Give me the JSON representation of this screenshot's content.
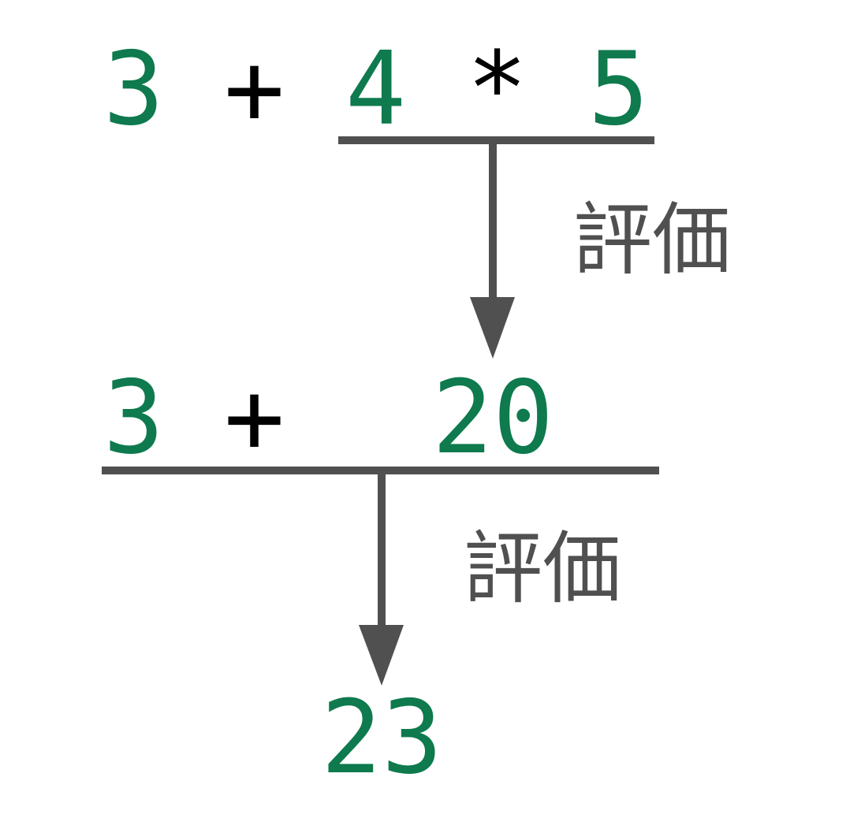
{
  "colors": {
    "number": "#0e7a4e",
    "operator": "#000000",
    "line": "#505050",
    "label": "#505050"
  },
  "step1": {
    "tokens": [
      "3",
      "+",
      "4",
      "*",
      "5"
    ],
    "underline": "4 * 5"
  },
  "arrow1": {
    "label": "評価"
  },
  "step2": {
    "tokens": [
      "3",
      "+",
      "20"
    ],
    "underline": "3 + 20"
  },
  "arrow2": {
    "label": "評価"
  },
  "result": {
    "value": "23"
  }
}
